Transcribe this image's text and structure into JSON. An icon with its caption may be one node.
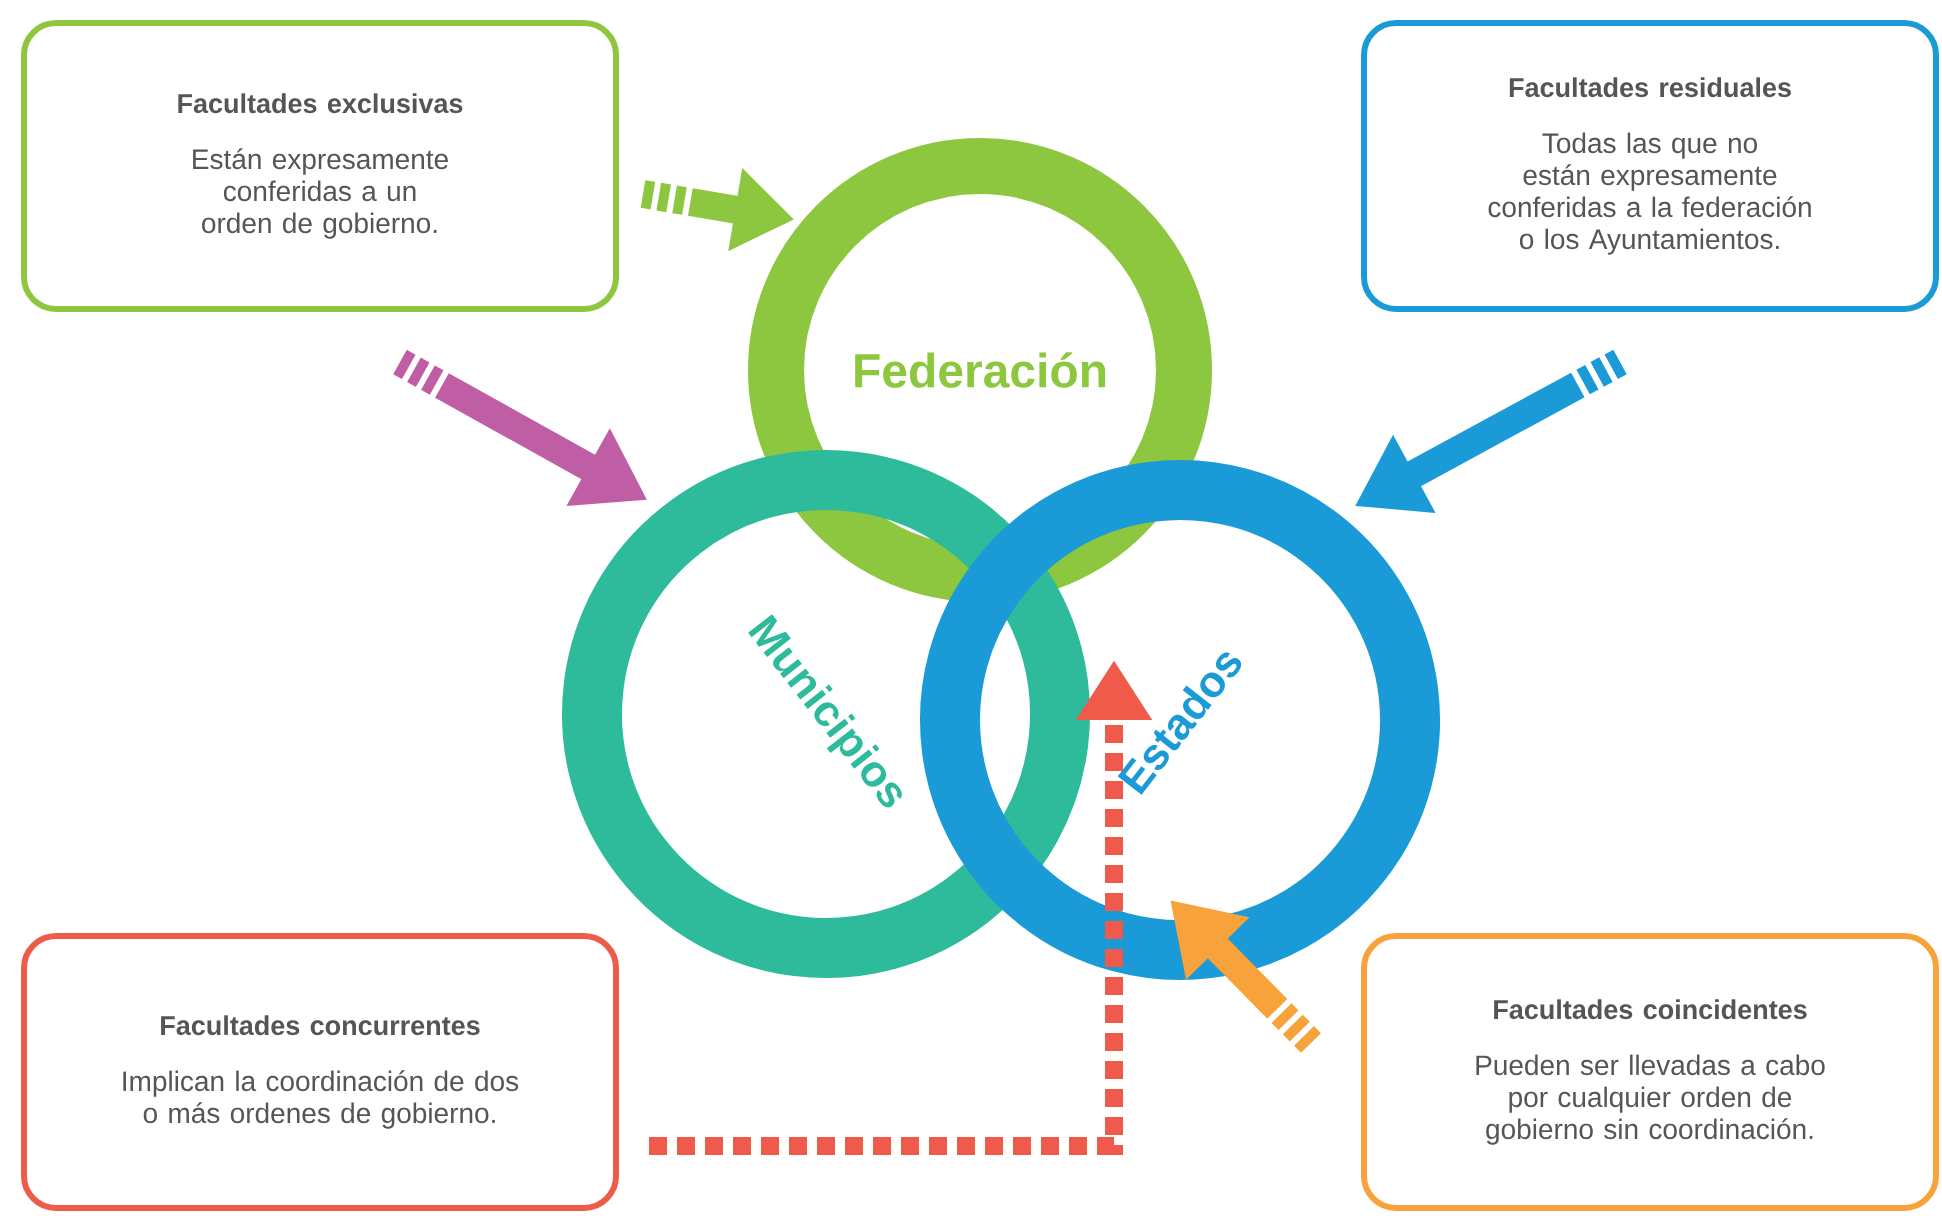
{
  "diagram": {
    "nodes": [
      {
        "text": [
          "Facultades exclusivas",
          "Están expresamente conferidas a un orden de gobierno."
        ]
      },
      {
        "text": [
          "Facultades residuales",
          "Todas las que no están expresamente conferidas a la federación o los Ayuntamientos."
        ]
      },
      {
        "text": [
          "Facultades concurrentes",
          "Implican la coordinación de dos o más ordenes de gobierno."
        ]
      },
      {
        "text": [
          "Facultades coincidentes",
          "Pueden ser llevadas a cabo por cualquier orden de gobierno sin coordinación."
        ]
      },
      {
        "text": [
          "Federación"
        ]
      },
      {
        "text": [
          "Municipios"
        ]
      },
      {
        "text": [
          "Estados"
        ]
      }
    ],
    "edges": [
      {
        "from": 0,
        "to": 4,
        "arrow": "to",
        "style": "dashed",
        "color": "#8dc63f"
      },
      {
        "from": 0,
        "to": 5,
        "arrow": "to",
        "style": "dashed",
        "color": "#bf5ea5"
      },
      {
        "from": 1,
        "to": 6,
        "arrow": "to",
        "style": "dashed",
        "color": "#1a9ad6"
      },
      {
        "from": 2,
        "to": 6,
        "arrow": "to",
        "style": "dashed",
        "color": "#ef5a4b"
      },
      {
        "from": 3,
        "to": 6,
        "arrow": "to",
        "style": "dashed",
        "color": "#f7a23b"
      }
    ]
  }
}
